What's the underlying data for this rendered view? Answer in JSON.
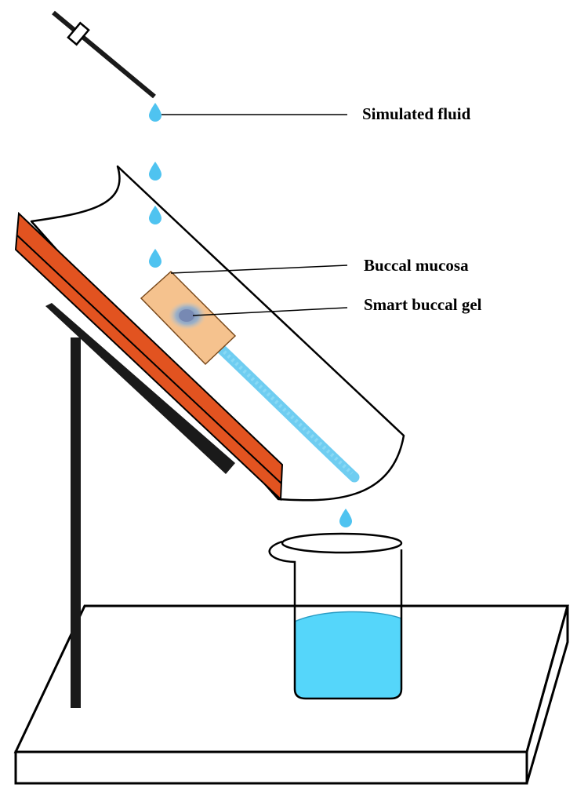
{
  "labels": {
    "simulated_fluid": "Simulated fluid",
    "buccal_mucosa": "Buccal mucosa",
    "smart_buccal_gel": "Smart buccal gel"
  },
  "colors": {
    "fluid": "#4fc3f0",
    "beaker_liquid": "#55d6fa",
    "clamp_board": "#e25320",
    "mucosa": "#f5c28e",
    "stand": "#1a1a1a"
  }
}
